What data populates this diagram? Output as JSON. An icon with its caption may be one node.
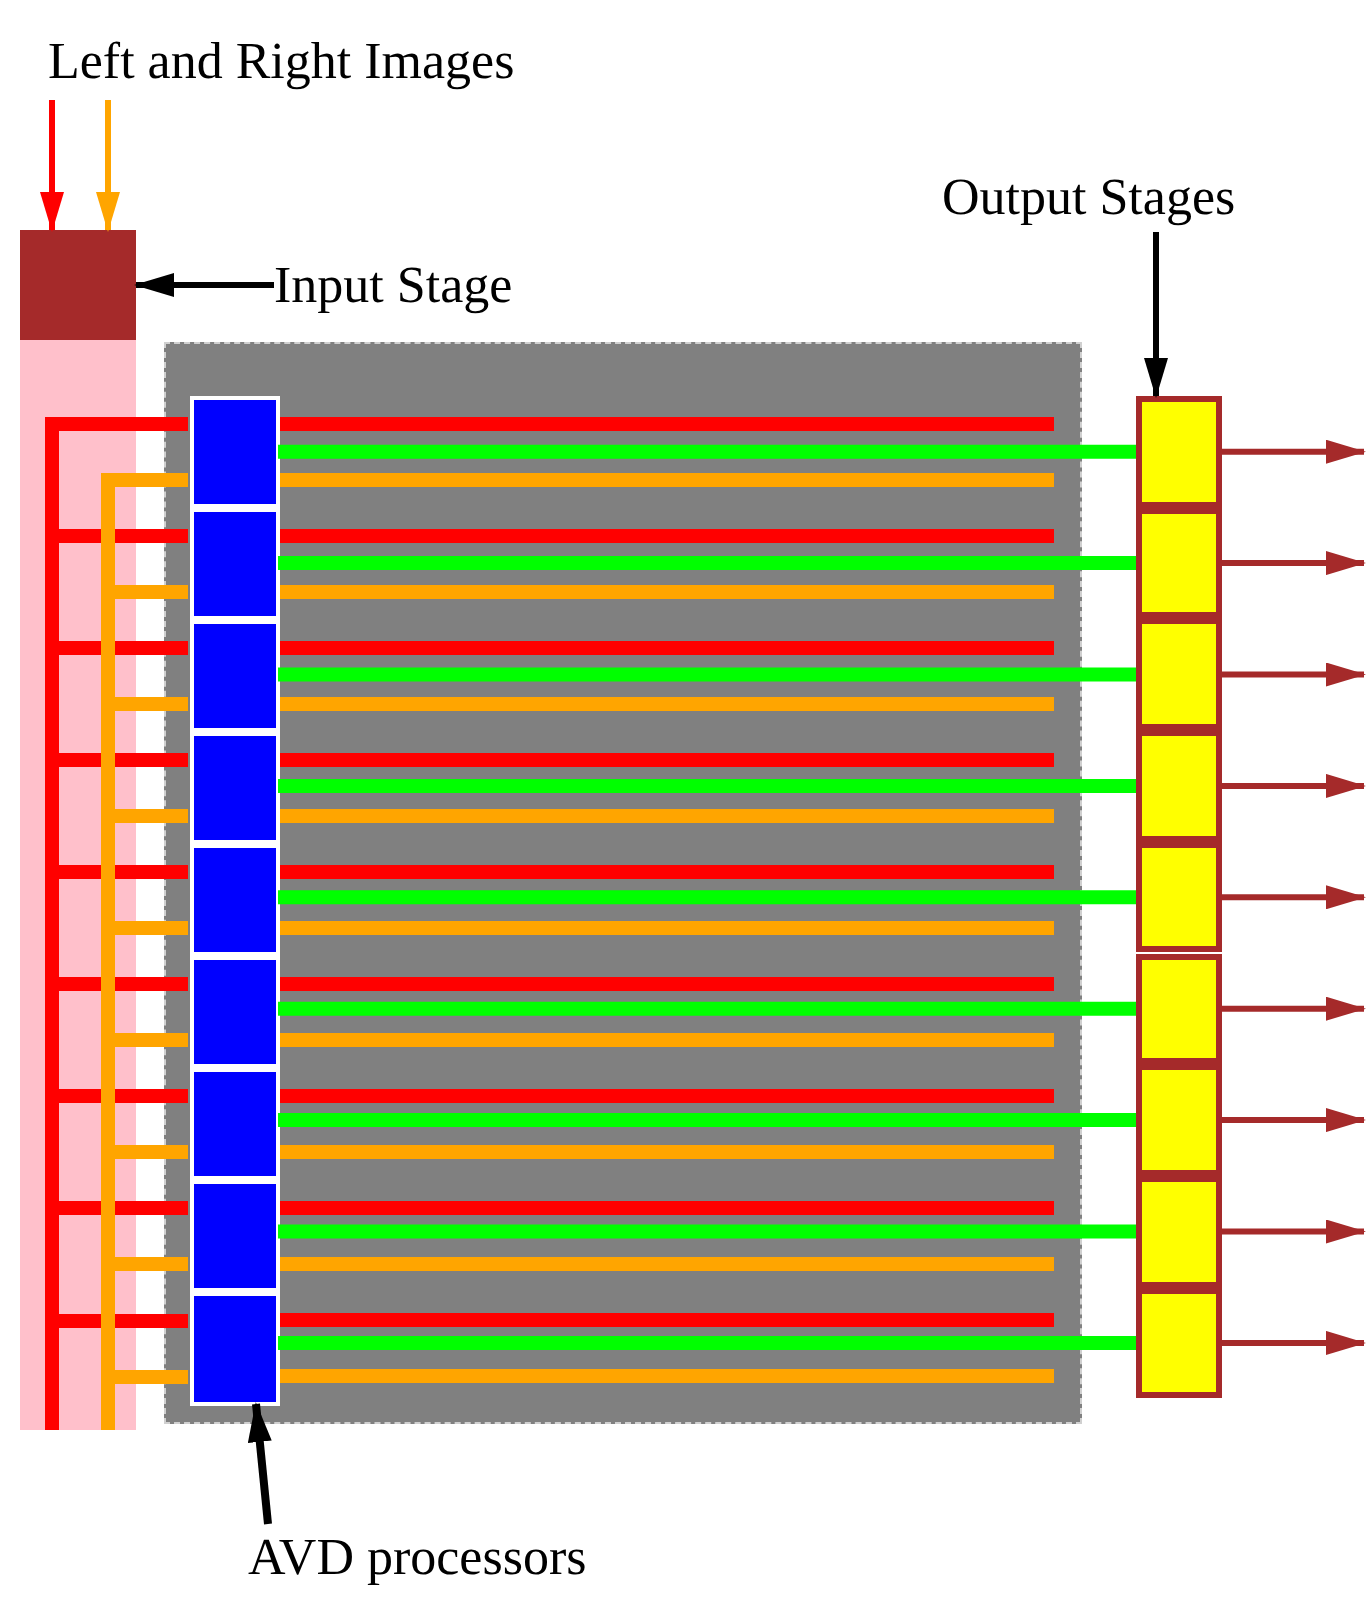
{
  "diagram": {
    "nodes": [
      {
        "text": [
          "Left and Right Images"
        ]
      },
      {
        "text": [],
        "shape": "box"
      },
      {
        "text": [
          "Input Stage"
        ]
      },
      {
        "text": [
          "Output Stages"
        ]
      },
      {
        "text": [],
        "shape": "box"
      },
      {
        "text": [],
        "shape": "box",
        "in": 4
      },
      {
        "text": [],
        "shape": "box",
        "in": 4
      },
      {
        "text": [],
        "shape": "box",
        "in": 4
      },
      {
        "text": [],
        "shape": "box",
        "in": 4
      },
      {
        "text": [],
        "shape": "box",
        "in": 4
      },
      {
        "text": [],
        "shape": "box",
        "in": 4
      },
      {
        "text": [],
        "shape": "box",
        "in": 4
      },
      {
        "text": [],
        "shape": "box",
        "in": 4
      },
      {
        "text": [],
        "shape": "box",
        "in": 4
      },
      {
        "text": [],
        "shape": "box"
      },
      {
        "text": [],
        "shape": "box"
      },
      {
        "text": [],
        "shape": "box"
      },
      {
        "text": [],
        "shape": "box"
      },
      {
        "text": [],
        "shape": "box"
      },
      {
        "text": [],
        "shape": "box"
      },
      {
        "text": [],
        "shape": "box"
      },
      {
        "text": [],
        "shape": "box"
      },
      {
        "text": [],
        "shape": "box"
      },
      {
        "text": [
          "AVD processors"
        ]
      }
    ],
    "edges": [
      {
        "from": 0,
        "to": 1,
        "arrow": "to",
        "color": "#ff0000"
      },
      {
        "from": 0,
        "to": 1,
        "arrow": "to",
        "color": "#ffa500"
      },
      {
        "from": 2,
        "to": 1,
        "arrow": "to",
        "color": "#000000"
      },
      {
        "from": 3,
        "to": 14,
        "arrow": "to",
        "color": "#000000"
      },
      {
        "from": 23,
        "to": 13,
        "arrow": "to",
        "color": "#000000"
      },
      {
        "from": 1,
        "to": 5,
        "arrow": "none",
        "color": "#ff0000"
      },
      {
        "from": 1,
        "to": 6,
        "arrow": "none",
        "color": "#ff0000"
      },
      {
        "from": 1,
        "to": 7,
        "arrow": "none",
        "color": "#ff0000"
      },
      {
        "from": 1,
        "to": 8,
        "arrow": "none",
        "color": "#ff0000"
      },
      {
        "from": 1,
        "to": 9,
        "arrow": "none",
        "color": "#ff0000"
      },
      {
        "from": 1,
        "to": 10,
        "arrow": "none",
        "color": "#ff0000"
      },
      {
        "from": 1,
        "to": 11,
        "arrow": "none",
        "color": "#ff0000"
      },
      {
        "from": 1,
        "to": 12,
        "arrow": "none",
        "color": "#ff0000"
      },
      {
        "from": 1,
        "to": 13,
        "arrow": "none",
        "color": "#ff0000"
      },
      {
        "from": 1,
        "to": 5,
        "arrow": "none",
        "color": "#ffa500"
      },
      {
        "from": 1,
        "to": 6,
        "arrow": "none",
        "color": "#ffa500"
      },
      {
        "from": 1,
        "to": 7,
        "arrow": "none",
        "color": "#ffa500"
      },
      {
        "from": 1,
        "to": 8,
        "arrow": "none",
        "color": "#ffa500"
      },
      {
        "from": 1,
        "to": 9,
        "arrow": "none",
        "color": "#ffa500"
      },
      {
        "from": 1,
        "to": 10,
        "arrow": "none",
        "color": "#ffa500"
      },
      {
        "from": 1,
        "to": 11,
        "arrow": "none",
        "color": "#ffa500"
      },
      {
        "from": 1,
        "to": 12,
        "arrow": "none",
        "color": "#ffa500"
      },
      {
        "from": 1,
        "to": 13,
        "arrow": "none",
        "color": "#ffa500"
      },
      {
        "from": 5,
        "to": 14,
        "arrow": "none",
        "color": "#00ff00"
      },
      {
        "from": 6,
        "to": 15,
        "arrow": "none",
        "color": "#00ff00"
      },
      {
        "from": 7,
        "to": 16,
        "arrow": "none",
        "color": "#00ff00"
      },
      {
        "from": 8,
        "to": 17,
        "arrow": "none",
        "color": "#00ff00"
      },
      {
        "from": 9,
        "to": 18,
        "arrow": "none",
        "color": "#00ff00"
      },
      {
        "from": 10,
        "to": 19,
        "arrow": "none",
        "color": "#00ff00"
      },
      {
        "from": 11,
        "to": 20,
        "arrow": "none",
        "color": "#00ff00"
      },
      {
        "from": 12,
        "to": 21,
        "arrow": "none",
        "color": "#00ff00"
      },
      {
        "from": 13,
        "to": 22,
        "arrow": "none",
        "color": "#00ff00"
      },
      {
        "from": 14,
        "to": null,
        "arrow": "to",
        "color": "#a52a2a"
      },
      {
        "from": 15,
        "to": null,
        "arrow": "to",
        "color": "#a52a2a"
      },
      {
        "from": 16,
        "to": null,
        "arrow": "to",
        "color": "#a52a2a"
      },
      {
        "from": 17,
        "to": null,
        "arrow": "to",
        "color": "#a52a2a"
      },
      {
        "from": 18,
        "to": null,
        "arrow": "to",
        "color": "#a52a2a"
      },
      {
        "from": 19,
        "to": null,
        "arrow": "to",
        "color": "#a52a2a"
      },
      {
        "from": 20,
        "to": null,
        "arrow": "to",
        "color": "#a52a2a"
      },
      {
        "from": 21,
        "to": null,
        "arrow": "to",
        "color": "#a52a2a"
      },
      {
        "from": 22,
        "to": null,
        "arrow": "to",
        "color": "#a52a2a"
      }
    ]
  }
}
